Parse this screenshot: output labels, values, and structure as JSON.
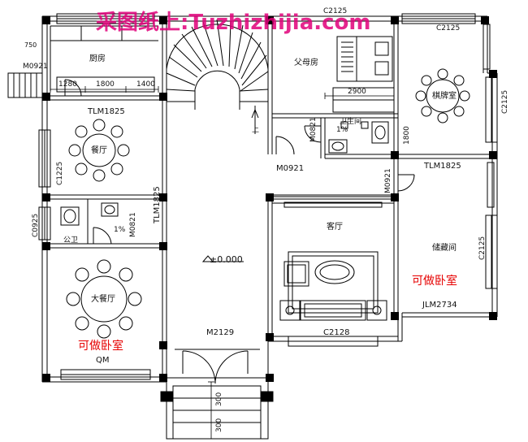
{
  "watermark": "采图纸上:Tuzhizhijia.com",
  "watermark_dim": "C2125",
  "rooms": {
    "kitchen": "厨房",
    "parents_room": "父母房",
    "mahjong_room": "棋牌室",
    "bathroom": "卫生间",
    "dining_room": "餐厅",
    "public_toilet": "公卫",
    "living_room": "客厅",
    "storage_room": "储藏间",
    "large_dining": "大餐厅"
  },
  "notes": {
    "bedroom_note_1": "可做卧室",
    "bedroom_note_2": "可做卧室",
    "elevation": "±0.000",
    "stair_up": "上",
    "slope_1": "1%",
    "slope_2": "1%"
  },
  "doors_windows": {
    "c_top_right": "C2125",
    "m0921_left": "M0921",
    "tlm1825_top": "TLM1825",
    "c1225": "C1225",
    "tlm1825_vert": "TLM1825",
    "c0925": "C0925",
    "m0821_left": "M0821",
    "qm": "QM",
    "m2129": "M2129",
    "m0921_mid": "M0921",
    "m0821_mid": "M0821",
    "m0921_right": "M0921",
    "tlm1825_right": "TLM1825",
    "c2125_right_top": "C2125",
    "c2125_right_bottom": "C2125",
    "jlm2734": "JLM2734",
    "c2128": "C2128"
  },
  "dimensions": {
    "d1280": "1280",
    "d1800": "1800",
    "d1400": "1400",
    "d2900": "2900",
    "d1800_vert": "1800",
    "d300_a": "300",
    "d300_b": "300",
    "d750": "750"
  }
}
